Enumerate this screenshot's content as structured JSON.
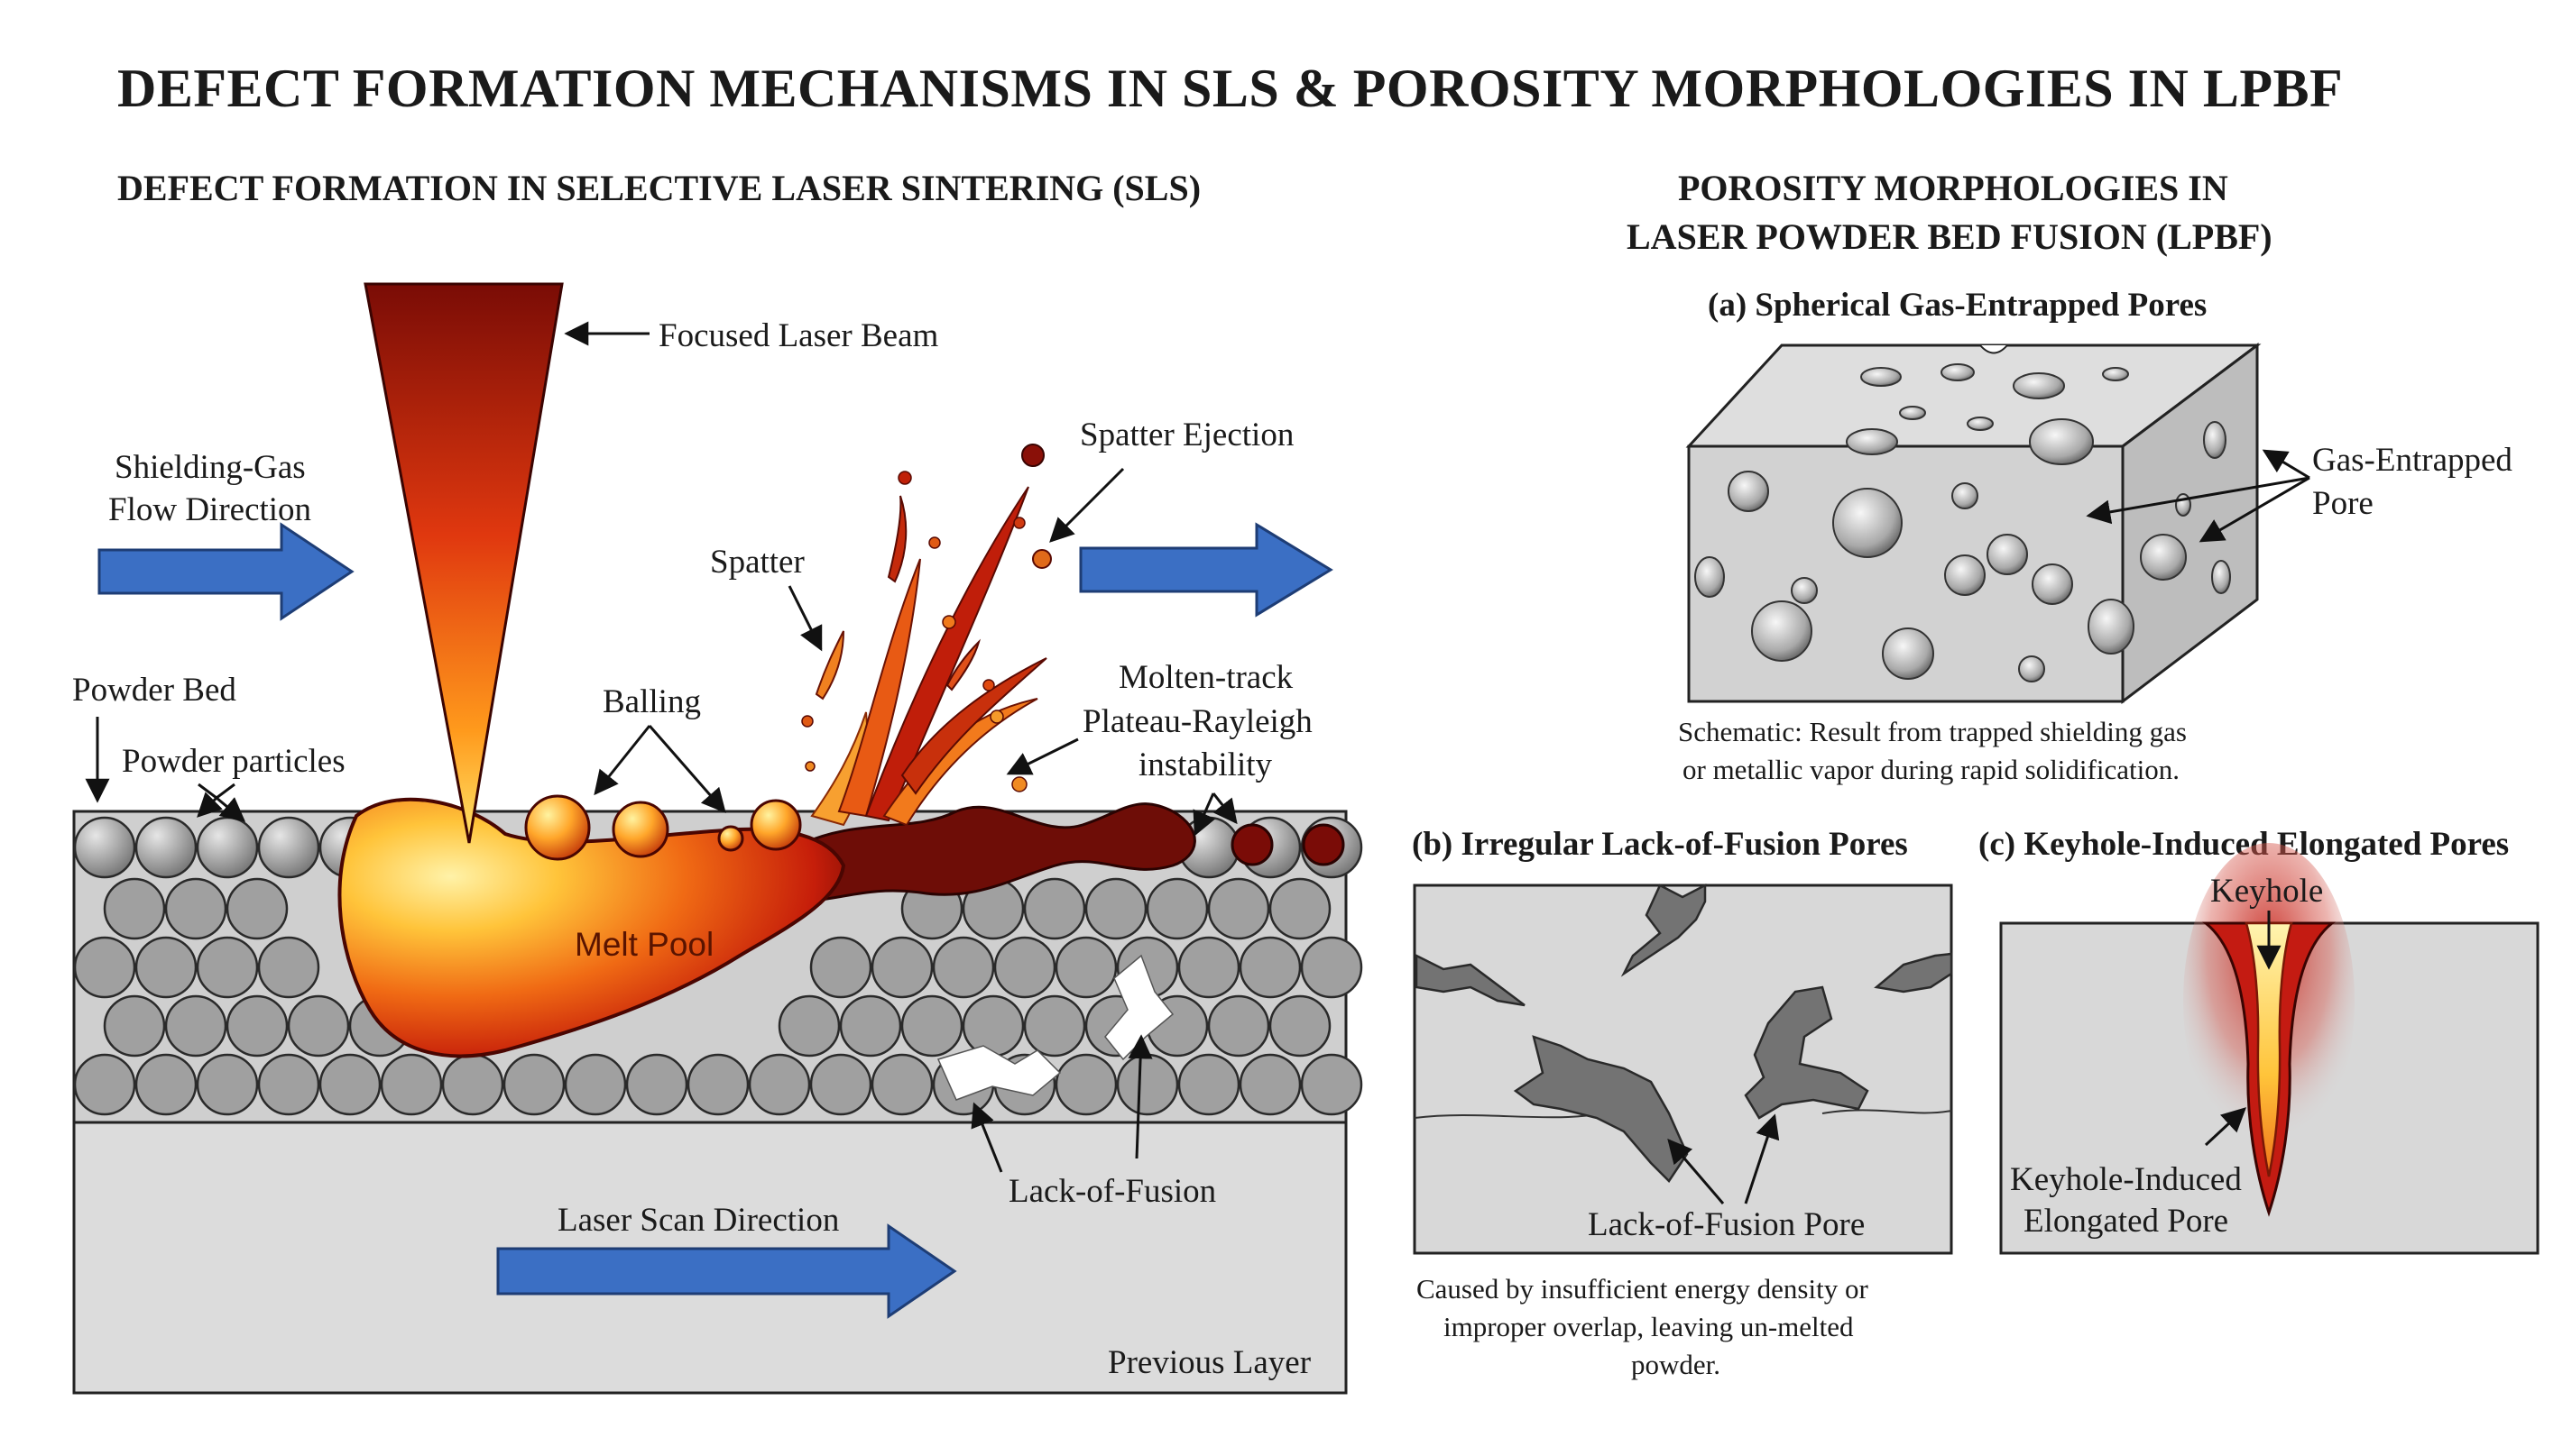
{
  "title": "DEFECT FORMATION MECHANISMS IN SLS & POROSITY MORPHOLOGIES IN LPBF",
  "sls": {
    "heading": "DEFECT FORMATION IN SELECTIVE LASER SINTERING (SLS)",
    "labels": {
      "laser_beam": "Focused Laser Beam",
      "gas_flow_1": "Shielding-Gas",
      "gas_flow_2": "Flow Direction",
      "spatter_ejection": "Spatter Ejection",
      "spatter": "Spatter",
      "powder_bed": "Powder Bed",
      "powder_particles": "Powder particles",
      "balling": "Balling",
      "molten_track_1": "Molten-track",
      "molten_track_2": "Plateau-Rayleigh",
      "molten_track_3": "instability",
      "melt_pool": "Melt Pool",
      "lack_of_fusion": "Lack-of-Fusion",
      "scan_direction": "Laser Scan Direction",
      "previous_layer": "Previous Layer"
    }
  },
  "lpbf": {
    "heading_1": "POROSITY MORPHOLOGIES IN",
    "heading_2": "LASER POWDER BED FUSION (LPBF)",
    "panel_a": {
      "title": "(a) Spherical Gas-Entrapped Pores",
      "label_1": "Gas-Entrapped",
      "label_2": "Pore",
      "caption_1": "Schematic: Result from trapped shielding gas",
      "caption_2": "or metallic vapor during rapid solidification."
    },
    "panel_b": {
      "title": "(b) Irregular Lack-of-Fusion Pores",
      "label": "Lack-of-Fusion Pore",
      "caption_1": "Caused by insufficient energy density or",
      "caption_2": "improper overlap, leaving un-melted",
      "caption_3": "powder."
    },
    "panel_c": {
      "title": "(c) Keyhole-Induced Elongated Pores",
      "label_top": "Keyhole",
      "label_1": "Keyhole-Induced",
      "label_2": "Elongated Pore"
    }
  },
  "colors": {
    "arrow_blue": "#3b6fc4",
    "powder_gray": "#9a9a9a",
    "block_gray": "#d6d6d6",
    "melt_red": "#c2200a",
    "melt_yellow": "#ffd23a",
    "dark_spatter": "#6a0a05"
  }
}
